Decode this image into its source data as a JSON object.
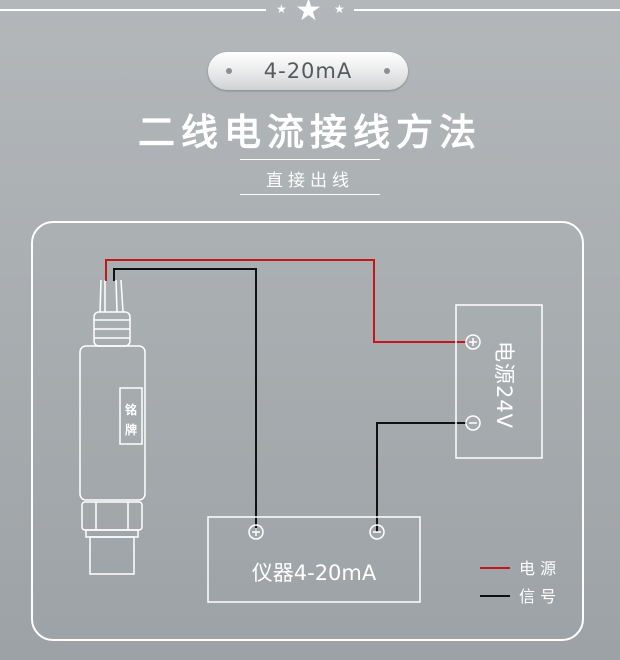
{
  "header": {
    "badge": "4-20mA",
    "title": "二线电流接线方法",
    "subtitle": "直接出线"
  },
  "sensor": {
    "nameplate_line1": "铭",
    "nameplate_line2": "牌"
  },
  "power_supply": {
    "label": "电源24V",
    "positive_symbol": "+",
    "negative_symbol": "−"
  },
  "instrument": {
    "label": "仪器4-20mA",
    "positive_symbol": "+",
    "negative_symbol": "−"
  },
  "legend": {
    "items": [
      {
        "label": "电 源",
        "color": "#c4161c"
      },
      {
        "label": "信 号",
        "color": "#111111"
      }
    ]
  },
  "colors": {
    "power_wire": "#c4161c",
    "signal_wire": "#111111",
    "outline": "#ffffff"
  },
  "icons": [
    "star-icon",
    "plus-terminal-icon",
    "minus-terminal-icon"
  ]
}
